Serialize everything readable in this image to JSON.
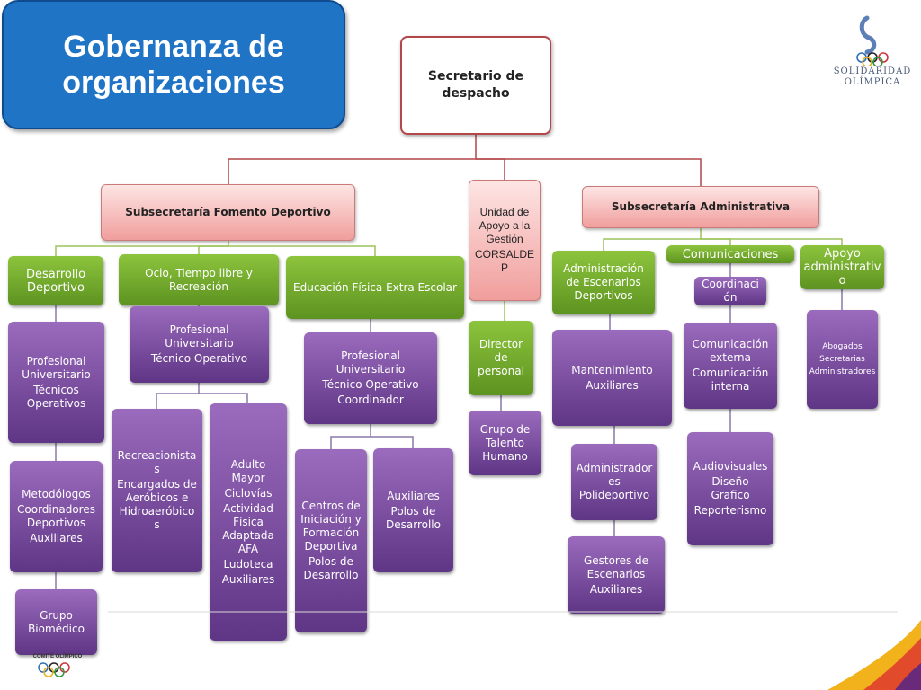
{
  "title": "Gobernanza de\norganizaciones",
  "logo": {
    "icon": "olympic-rings-icon",
    "text": "SOLIDARIDAD\nOLÍMPICA"
  },
  "footer_logo": {
    "icon": "olympic-rings-icon",
    "text": "COMITÉ OLÍMPICO"
  },
  "colors": {
    "title_bg": "#1f74c6",
    "purple": "#7b4ba3",
    "green": "#76ad2d",
    "pink": "#f5b6b4",
    "root_border": "#b24749"
  },
  "root": {
    "lines": [
      "Secretario de\ndespacho"
    ]
  },
  "sub_fomento": {
    "lines": [
      "Subsecretaría Fomento Deportivo"
    ]
  },
  "unidad": {
    "lines": [
      "Unidad de\nApoyo a la\nGestión",
      "CORSALDE\nP"
    ]
  },
  "sub_admin": {
    "lines": [
      "Subsecretaría Administrativa"
    ]
  },
  "desarrollo": {
    "lines": [
      "Desarrollo\nDeportivo"
    ]
  },
  "ocio": {
    "lines": [
      "Ocio, Tiempo  libre y\nRecreación"
    ]
  },
  "educacion": {
    "lines": [
      "Educación Física Extra Escolar"
    ]
  },
  "admin_escenarios": {
    "lines": [
      "Administración\nde Escenarios\nDeportivos"
    ]
  },
  "comunicaciones": {
    "lines": [
      "Comunicaciones"
    ]
  },
  "apoyo_admin": {
    "lines": [
      "Apoyo\nadministrativ\no"
    ]
  },
  "prof_des": {
    "lines": [
      "Profesional\nUniversitario",
      "Técnicos\nOperativos"
    ]
  },
  "prof_ocio": {
    "lines": [
      "Profesional\nUniversitario",
      "Técnico Operativo"
    ]
  },
  "prof_edu": {
    "lines": [
      "Profesional\nUniversitario",
      "Técnico Operativo",
      "Coordinador"
    ]
  },
  "director": {
    "lines": [
      "Director\nde\npersonal"
    ]
  },
  "mantenimiento": {
    "lines": [
      "Mantenimiento",
      "Auxiliares"
    ]
  },
  "coordinacion": {
    "lines": [
      "Coordinaci\nón"
    ]
  },
  "com_ext": {
    "lines": [
      "Comunicación\nexterna",
      "Comunicación\ninterna"
    ]
  },
  "abogados": {
    "lines": [
      "Abogados",
      "Secretarias",
      "Administradores"
    ]
  },
  "metodologos": {
    "lines": [
      "Metodólogos",
      "Coordinadores\nDeportivos",
      "Auxiliares"
    ]
  },
  "recreacionistas": {
    "lines": [
      "Recreacionista\ns",
      "Encargados de\nAeróbicos e\nHidroaeróbico\ns"
    ]
  },
  "adulto": {
    "lines": [
      "Adulto\nMayor",
      "Ciclovías",
      "Actividad\nFísica\nAdaptada\nAFA",
      "Ludoteca",
      "Auxiliares"
    ]
  },
  "centros": {
    "lines": [
      "Centros de\nIniciación y\nFormación\nDeportiva",
      "Polos de\nDesarrollo"
    ]
  },
  "auxiliares_edu": {
    "lines": [
      "Auxiliares",
      "Polos de\nDesarrollo"
    ]
  },
  "talento": {
    "lines": [
      "Grupo de\nTalento\nHumano"
    ]
  },
  "admin_poli": {
    "lines": [
      "Administrador\nes\nPolideportivo"
    ]
  },
  "gestores": {
    "lines": [
      "Gestores de\nEscenarios",
      "Auxiliares"
    ]
  },
  "audiovisuales": {
    "lines": [
      "Audiovisuales",
      "Diseño\nGrafico",
      "Reporterismo"
    ]
  },
  "biomedico": {
    "lines": [
      "Grupo\nBiomédico"
    ]
  }
}
